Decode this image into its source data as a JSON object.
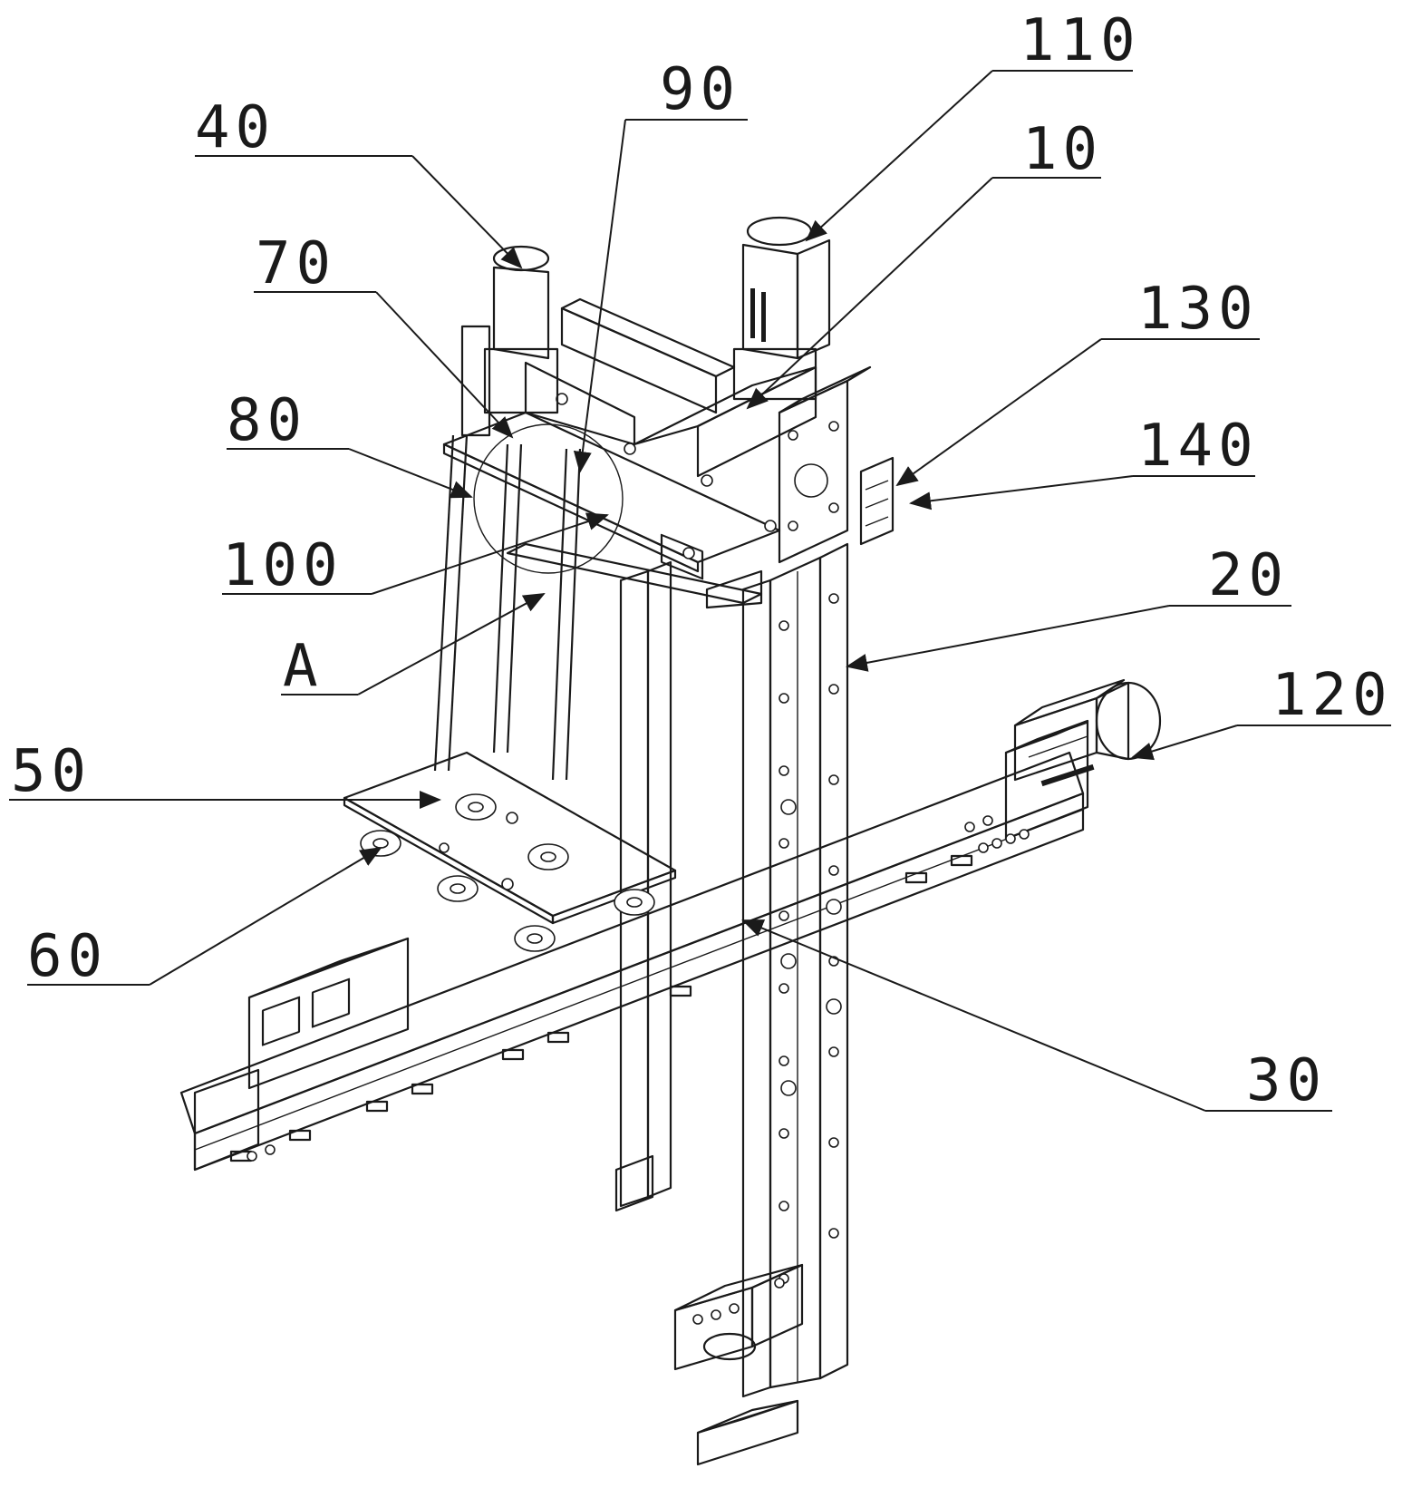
{
  "figure": {
    "labels": [
      {
        "id": "l40",
        "text": "40"
      },
      {
        "id": "l90",
        "text": "90"
      },
      {
        "id": "l110",
        "text": "110"
      },
      {
        "id": "l10",
        "text": "10"
      },
      {
        "id": "l70",
        "text": "70"
      },
      {
        "id": "l130",
        "text": "130"
      },
      {
        "id": "l80",
        "text": "80"
      },
      {
        "id": "l140",
        "text": "140"
      },
      {
        "id": "l100",
        "text": "100"
      },
      {
        "id": "l20",
        "text": "20"
      },
      {
        "id": "lA",
        "text": "A"
      },
      {
        "id": "l120",
        "text": "120"
      },
      {
        "id": "l50",
        "text": "50"
      },
      {
        "id": "l60",
        "text": "60"
      },
      {
        "id": "l30",
        "text": "30"
      }
    ]
  }
}
